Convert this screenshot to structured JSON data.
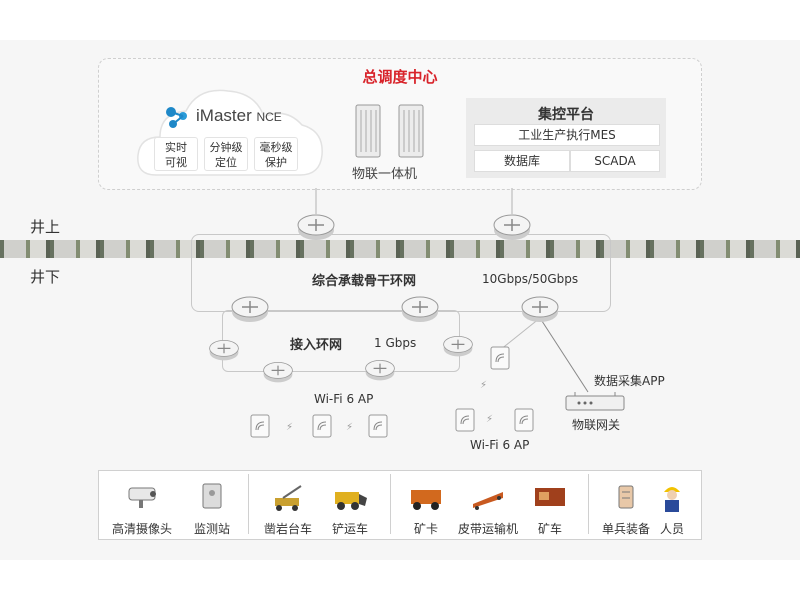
{
  "data_center": {
    "title": "总调度中心",
    "imaster": {
      "brand": "iMaster",
      "suffix": "NCE",
      "features": [
        "实时\n可视",
        "分钟级\n定位",
        "毫秒级\n保护"
      ]
    },
    "server_label": "物联一体机",
    "control_platform": {
      "title": "集控平台",
      "mes": "工业生产执行MES",
      "database": "数据库",
      "scada": "SCADA"
    }
  },
  "ground": {
    "above": "井上",
    "below": "井下"
  },
  "backbone": {
    "label": "综合承载骨干环网",
    "speed": "10Gbps/50Gbps"
  },
  "access_ring": {
    "label": "接入环网",
    "speed": "1 Gbps"
  },
  "wifi_left": "Wi-Fi 6 AP",
  "wifi_right": "Wi-Fi 6 AP",
  "gateway": {
    "app": "数据采集APP",
    "label": "物联网关"
  },
  "devices": [
    {
      "name": "高清摄像头",
      "icon": "camera-icon"
    },
    {
      "name": "监测站",
      "icon": "monitor-station-icon"
    },
    {
      "name": "凿岩台车",
      "icon": "drill-rig-icon"
    },
    {
      "name": "铲运车",
      "icon": "loader-icon"
    },
    {
      "name": "矿卡",
      "icon": "mine-truck-icon"
    },
    {
      "name": "皮带运输机",
      "icon": "conveyor-icon"
    },
    {
      "name": "矿车",
      "icon": "mine-cart-icon"
    },
    {
      "name": "单兵装备",
      "icon": "soldier-gear-icon"
    },
    {
      "name": "人员",
      "icon": "worker-icon"
    }
  ],
  "colors": {
    "accent_red": "#d8232a",
    "line_gray": "#c8c8c8",
    "loader_yellow": "#e0b020"
  }
}
